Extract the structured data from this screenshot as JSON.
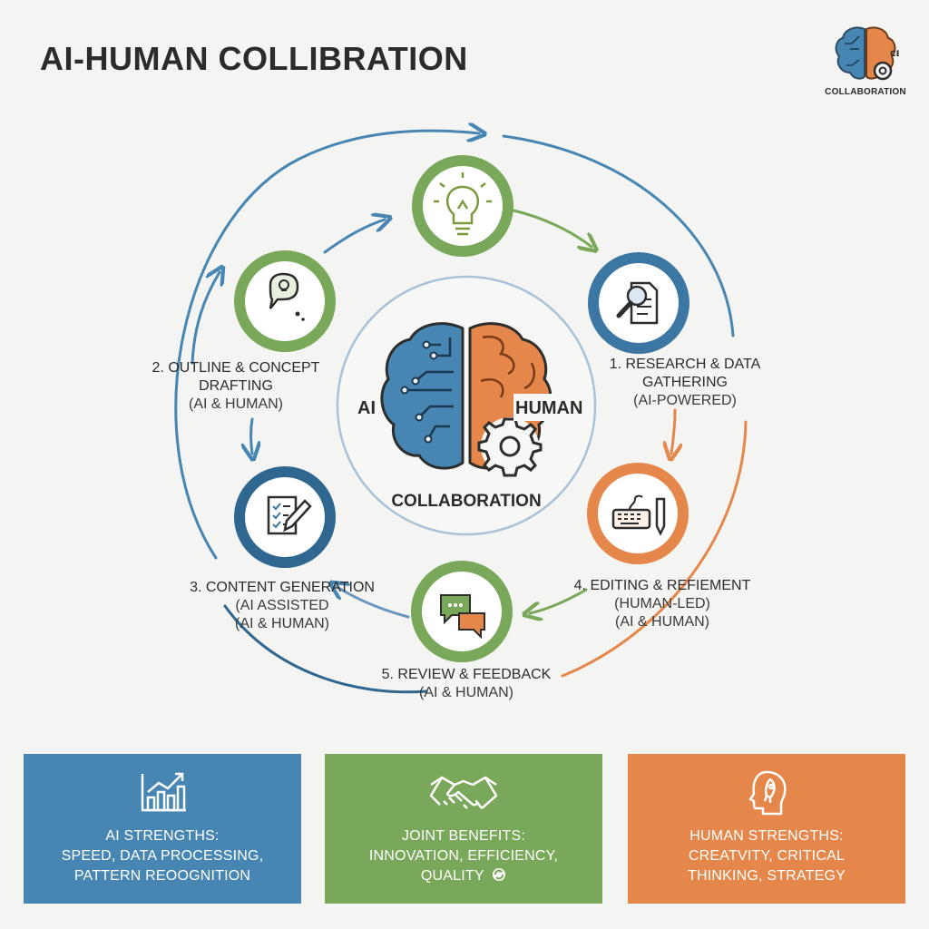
{
  "title": "AI-HUMAN COLLIBRATION",
  "logo": {
    "text": "COLLABORATION",
    "badge": "CB",
    "icon": "brain-gear-icon"
  },
  "center": {
    "left_word": "AI",
    "right_word": "HUMAN",
    "bottom_word": "COLLABORATION"
  },
  "steps": {
    "top": {
      "icon": "lightbulb-icon"
    },
    "outline": {
      "line1": "2. OUTLINE & CONCEPT",
      "line2": "DRAFTING",
      "line3": "(AI & HUMAN)",
      "icon": "idea-bubble-icon"
    },
    "research": {
      "line1": "1. RESEARCH & DATA",
      "line2": "GATHERING",
      "line3": "(AI-POWERED)",
      "icon": "magnifier-document-icon"
    },
    "content": {
      "line1": "3. CONTENT GENERATION",
      "line2": "(AI ASSISTED",
      "line3": "(AI & HUMAN)",
      "icon": "checklist-pencil-icon"
    },
    "editing": {
      "line1": "4. EDITING & REFIEMENT",
      "line2": "(HUMAN-LED)",
      "line3": "(AI & HUMAN)",
      "icon": "keyboard-pen-icon"
    },
    "review": {
      "line1": "5. REVIEW & FEEDBACK",
      "line2": "(AI & HUMAN)",
      "icon": "chat-bubbles-icon"
    }
  },
  "colors": {
    "blue": "#4786b2",
    "green": "#79a85a",
    "orange": "#e5874a"
  },
  "cards": {
    "ai": {
      "line1": "AI STRENGTHS:",
      "line2": "SPEED, DATA PROCESSING,",
      "line3": "PATTERN REOOGNITION",
      "icon": "bar-chart-growth-icon"
    },
    "joint": {
      "line1": "JOINT BENEFITS:",
      "line2": "INNOVATION, EFFICIENCY,",
      "line3": "QUALITY",
      "icon": "handshake-icon"
    },
    "human": {
      "line1": "HUMAN STRENGTHS:",
      "line2": "CREATVITY, CRITICAL",
      "line3": "THINKING, STRATEGY",
      "icon": "head-rocket-icon"
    }
  }
}
